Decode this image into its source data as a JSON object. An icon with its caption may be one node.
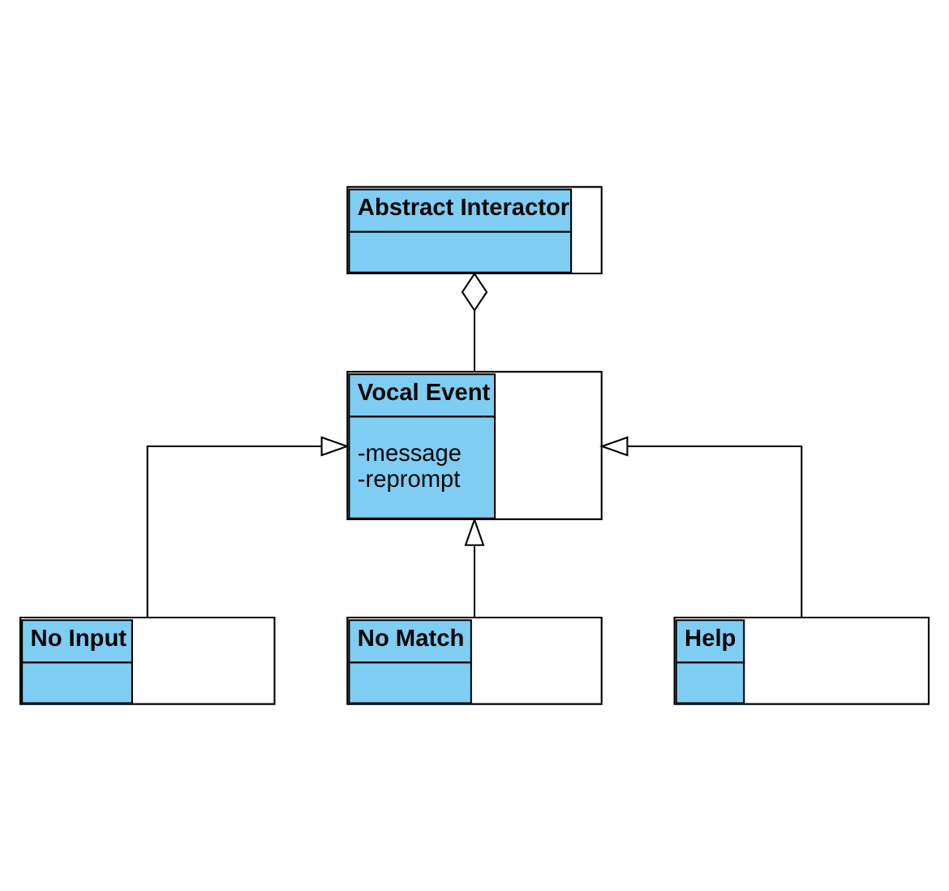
{
  "diagram": {
    "nodes": [
      {
        "text": [
          "Abstract Interactor"
        ]
      },
      {
        "text": [
          "Vocal Event",
          "-message",
          "-reprompt"
        ]
      },
      {
        "text": [
          "No Input"
        ]
      },
      {
        "text": [
          "No Match"
        ]
      },
      {
        "text": [
          "Help"
        ]
      }
    ],
    "edges": [
      {
        "from": 0,
        "to": 1,
        "arrow": "other"
      },
      {
        "from": 2,
        "to": 1,
        "arrow": "to"
      },
      {
        "from": 3,
        "to": 1,
        "arrow": "to"
      },
      {
        "from": 4,
        "to": 1,
        "arrow": "to"
      }
    ]
  }
}
